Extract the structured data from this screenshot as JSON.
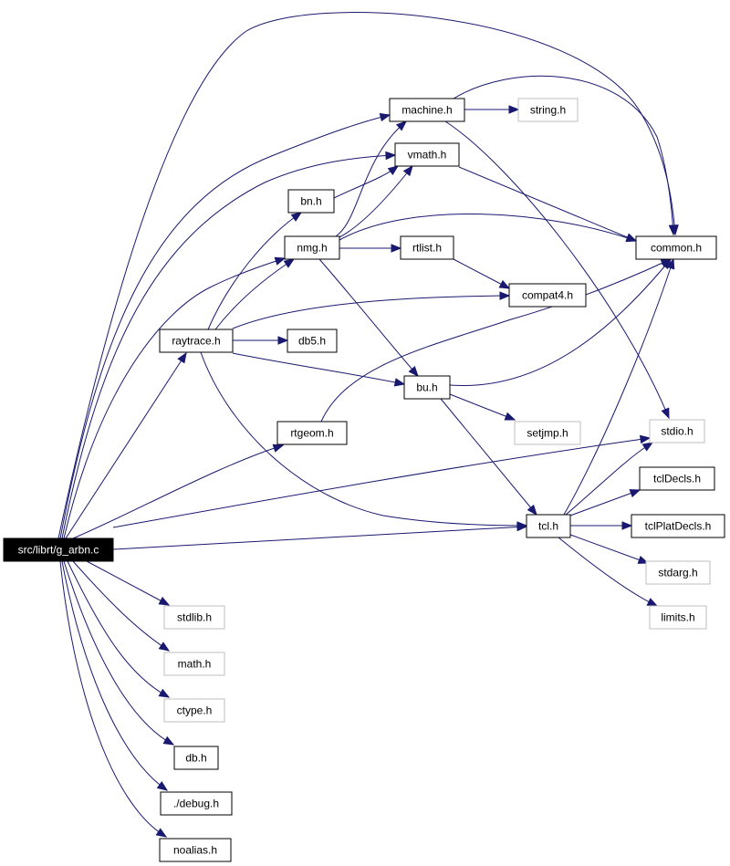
{
  "diagram": {
    "colors": {
      "edge": "#191970",
      "root_fill": "#000000",
      "root_text": "#ffffff",
      "node_border": "#000000",
      "external_border": "#bfbfbf",
      "node_text": "#000000",
      "background": "#ffffff"
    },
    "nodes": [
      {
        "id": "root",
        "label": "src/librt/g_arbn.c",
        "kind": "root"
      },
      {
        "id": "machine",
        "label": "machine.h",
        "kind": "documented"
      },
      {
        "id": "string",
        "label": "string.h",
        "kind": "external"
      },
      {
        "id": "vmath",
        "label": "vmath.h",
        "kind": "documented"
      },
      {
        "id": "bn",
        "label": "bn.h",
        "kind": "documented"
      },
      {
        "id": "nmg",
        "label": "nmg.h",
        "kind": "documented"
      },
      {
        "id": "rtlist",
        "label": "rtlist.h",
        "kind": "documented"
      },
      {
        "id": "common",
        "label": "common.h",
        "kind": "documented"
      },
      {
        "id": "compat4",
        "label": "compat4.h",
        "kind": "documented"
      },
      {
        "id": "raytrace",
        "label": "raytrace.h",
        "kind": "documented"
      },
      {
        "id": "db5",
        "label": "db5.h",
        "kind": "documented"
      },
      {
        "id": "bu",
        "label": "bu.h",
        "kind": "documented"
      },
      {
        "id": "rtgeom",
        "label": "rtgeom.h",
        "kind": "documented"
      },
      {
        "id": "setjmp",
        "label": "setjmp.h",
        "kind": "external"
      },
      {
        "id": "stdio",
        "label": "stdio.h",
        "kind": "external"
      },
      {
        "id": "tclDecls",
        "label": "tclDecls.h",
        "kind": "documented"
      },
      {
        "id": "tcl",
        "label": "tcl.h",
        "kind": "documented"
      },
      {
        "id": "tclPlatDecls",
        "label": "tclPlatDecls.h",
        "kind": "documented"
      },
      {
        "id": "stdarg",
        "label": "stdarg.h",
        "kind": "external"
      },
      {
        "id": "limits",
        "label": "limits.h",
        "kind": "external"
      },
      {
        "id": "stdlib",
        "label": "stdlib.h",
        "kind": "external"
      },
      {
        "id": "math",
        "label": "math.h",
        "kind": "external"
      },
      {
        "id": "ctype",
        "label": "ctype.h",
        "kind": "external"
      },
      {
        "id": "db",
        "label": "db.h",
        "kind": "documented"
      },
      {
        "id": "debug",
        "label": "./debug.h",
        "kind": "documented"
      },
      {
        "id": "noalias",
        "label": "noalias.h",
        "kind": "documented"
      }
    ],
    "edges": [
      [
        "root",
        "common"
      ],
      [
        "root",
        "machine"
      ],
      [
        "root",
        "vmath"
      ],
      [
        "root",
        "nmg"
      ],
      [
        "root",
        "raytrace"
      ],
      [
        "root",
        "rtgeom"
      ],
      [
        "root",
        "stdio"
      ],
      [
        "root",
        "tcl"
      ],
      [
        "root",
        "stdlib"
      ],
      [
        "root",
        "math"
      ],
      [
        "root",
        "ctype"
      ],
      [
        "root",
        "db"
      ],
      [
        "root",
        "debug"
      ],
      [
        "root",
        "noalias"
      ],
      [
        "machine",
        "string"
      ],
      [
        "machine",
        "common"
      ],
      [
        "machine",
        "stdio"
      ],
      [
        "vmath",
        "common"
      ],
      [
        "bn",
        "vmath"
      ],
      [
        "nmg",
        "machine"
      ],
      [
        "nmg",
        "vmath"
      ],
      [
        "nmg",
        "common"
      ],
      [
        "nmg",
        "rtlist"
      ],
      [
        "nmg",
        "bu"
      ],
      [
        "rtlist",
        "compat4"
      ],
      [
        "raytrace",
        "bn"
      ],
      [
        "raytrace",
        "nmg"
      ],
      [
        "raytrace",
        "compat4"
      ],
      [
        "raytrace",
        "db5"
      ],
      [
        "raytrace",
        "bu"
      ],
      [
        "raytrace",
        "tcl"
      ],
      [
        "bu",
        "common"
      ],
      [
        "bu",
        "setjmp"
      ],
      [
        "bu",
        "tcl"
      ],
      [
        "rtgeom",
        "common"
      ],
      [
        "tcl",
        "common"
      ],
      [
        "tcl",
        "stdio"
      ],
      [
        "tcl",
        "tclDecls"
      ],
      [
        "tcl",
        "tclPlatDecls"
      ],
      [
        "tcl",
        "stdarg"
      ],
      [
        "tcl",
        "limits"
      ]
    ]
  }
}
